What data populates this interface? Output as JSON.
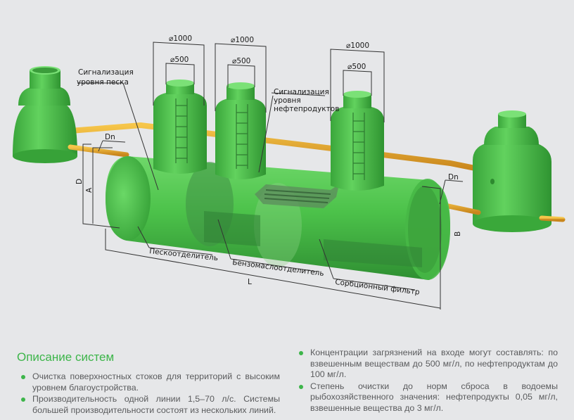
{
  "diagram": {
    "labels": {
      "sand_alarm_line1": "Сигнализация",
      "sand_alarm_line2": "уровня песка",
      "oil_alarm_line1": "Сигнализация",
      "oil_alarm_line2": "уровня",
      "oil_alarm_line3": "нефтепродуктов",
      "sand_separator": "Пескоотделитель",
      "oil_separator": "Бензомаслоотделитель",
      "sorption_filter": "Сорбционный фильтр"
    },
    "dimensions": {
      "d1000_a": "⌀1000",
      "d500_a": "⌀500",
      "d1000_b": "⌀1000",
      "d500_b": "⌀500",
      "d1000_c": "⌀1000",
      "d500_c": "⌀500",
      "dn_inlet": "Dn",
      "dn_outlet": "Dn",
      "D": "D",
      "A": "A",
      "B": "B",
      "L": "L"
    },
    "colors": {
      "tank_green": "#4cc24a",
      "pipe_orange": "#e8a52a",
      "background": "#e6e7e9"
    }
  },
  "description": {
    "title": "Описание систем",
    "left_items": [
      "Очистка поверхностных стоков для территорий с высоким уровнем благоустройства.",
      "Производительность одной линии 1,5–70 л/с. Системы большей производительности состоят из нескольких линий."
    ],
    "right_items": [
      "Концентрации загрязнений на входе могут составлять: по взвешенным веществам до 500 мг/л, по нефтепродуктам до 100 мг/л.",
      "Степень очистки до норм сброса в водоемы рыбохозяйственного значения: нефтепродукты 0,05 мг/л, взвешенные вещества до 3 мг/л."
    ],
    "accent_color": "#3db54a"
  }
}
